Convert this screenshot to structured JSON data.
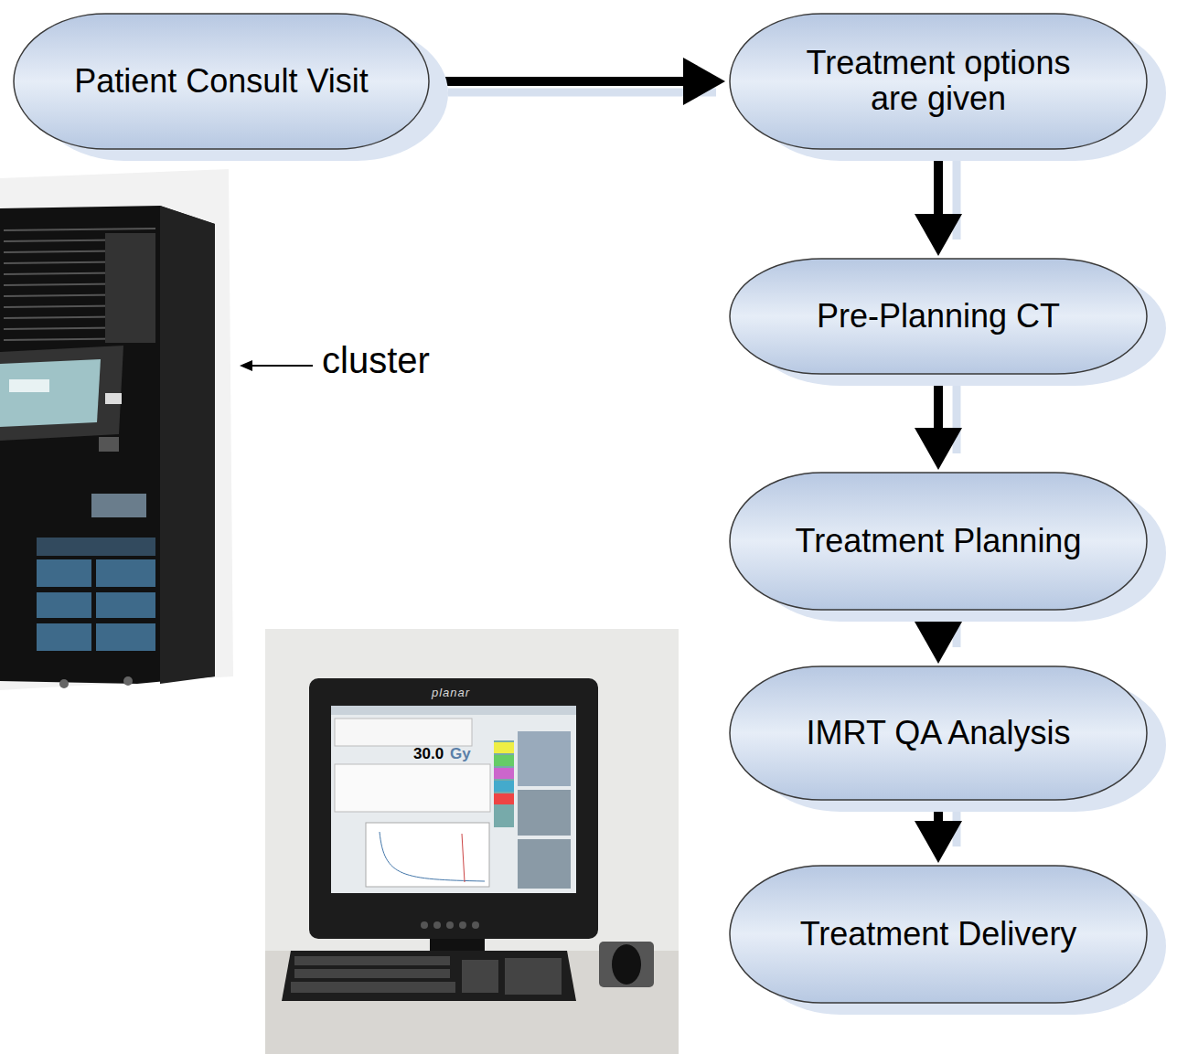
{
  "diagram": {
    "nodes": [
      {
        "text": [
          "Patient Consult Visit"
        ]
      },
      {
        "text": [
          "Treatment options are given"
        ]
      },
      {
        "text": [
          "Pre-Planning CT"
        ]
      },
      {
        "text": [
          "Treatment Planning"
        ]
      },
      {
        "text": [
          "IMRT QA Analysis"
        ]
      },
      {
        "text": [
          "Treatment Delivery"
        ]
      }
    ],
    "edges": [
      {
        "from": 0,
        "to": 1,
        "arrow": "to"
      },
      {
        "from": 1,
        "to": 2,
        "arrow": "to"
      },
      {
        "from": 2,
        "to": 3,
        "arrow": "to"
      },
      {
        "from": 3,
        "to": 4,
        "arrow": "to"
      },
      {
        "from": 4,
        "to": 5,
        "arrow": "to"
      }
    ],
    "labels": [
      "cluster",
      "planar",
      "30.0",
      "Gy"
    ]
  }
}
